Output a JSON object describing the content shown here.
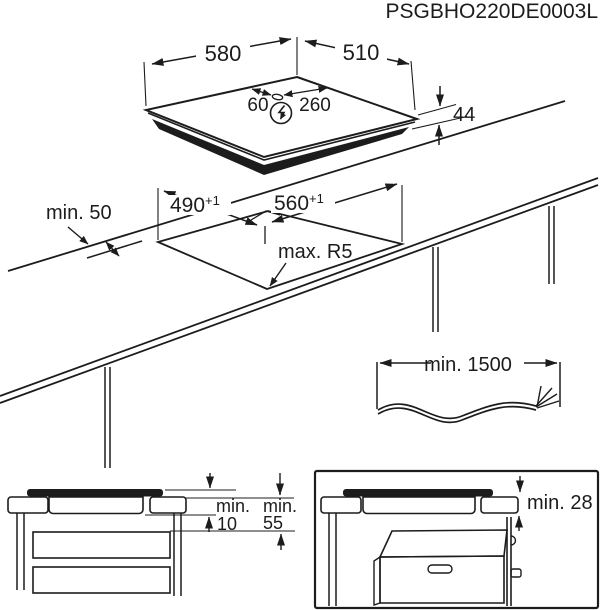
{
  "title_code": "PSGBHO220DE0003L",
  "colors": {
    "line": "#1c1c1c",
    "background": "#ffffff"
  },
  "hob": {
    "width": "580",
    "depth": "510",
    "gland_offset_left": "60",
    "gland_offset_right": "260",
    "height": "44",
    "power_symbol": "lightning-in-circle"
  },
  "cutout": {
    "rear_clearance": "min. 50",
    "depth": "490",
    "depth_tol": "+1",
    "width": "560",
    "width_tol": "+1",
    "corner_radius": "max. R5"
  },
  "cable": {
    "length": "min. 1500"
  },
  "install_drawer": {
    "min_label_1": "min.",
    "gap_below_hob": "10",
    "min_label_2": "min.",
    "gap_to_drawer": "55"
  },
  "install_oven": {
    "clearance": "min. 28"
  }
}
